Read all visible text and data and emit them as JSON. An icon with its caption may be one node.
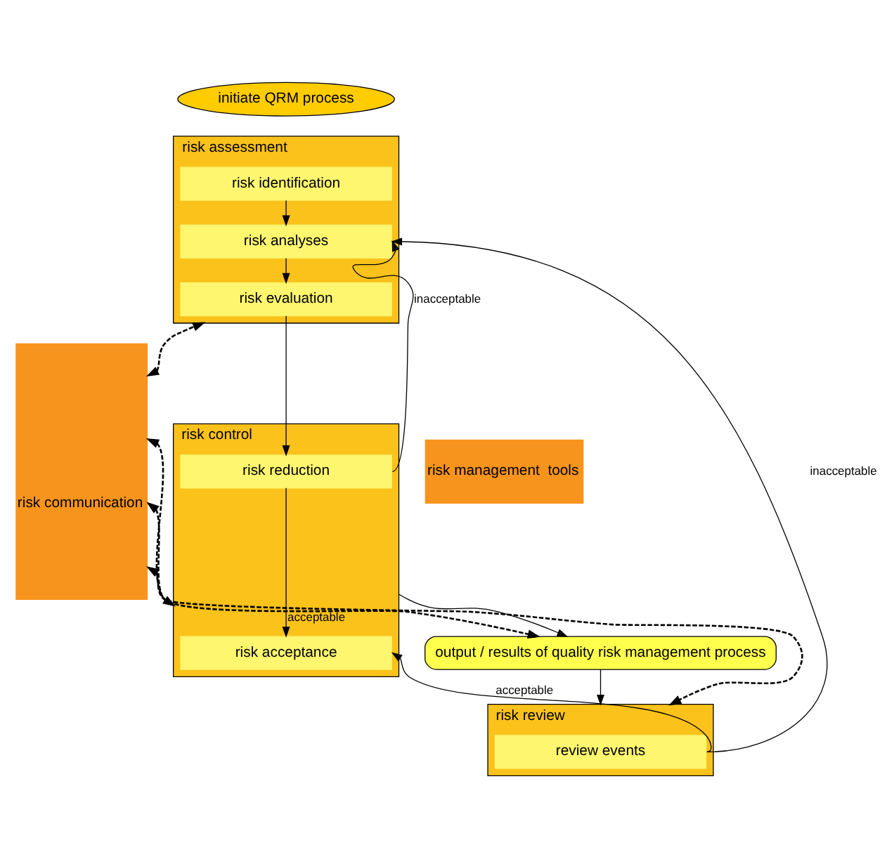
{
  "diagram": {
    "nodes": [
      {
        "text": [
          "initiate QRM process"
        ]
      },
      {
        "text": [
          "risk communication"
        ]
      },
      {
        "text": [
          "risk management  tools"
        ]
      },
      {
        "text": [
          "risk assessment"
        ]
      },
      {
        "text": [
          "risk identification"
        ],
        "in": 3
      },
      {
        "text": [
          "risk analyses"
        ],
        "in": 3
      },
      {
        "text": [
          "risk evaluation"
        ],
        "in": 3
      },
      {
        "text": [
          "risk control"
        ]
      },
      {
        "text": [
          "risk reduction"
        ],
        "in": 7
      },
      {
        "text": [
          "risk acceptance"
        ],
        "in": 7
      },
      {
        "text": [
          "output / results of quality risk management process"
        ]
      },
      {
        "text": [
          "risk review"
        ]
      },
      {
        "text": [
          "review events"
        ],
        "in": 11
      }
    ],
    "edges": [
      {
        "from": 4,
        "to": 5,
        "arrow": "to"
      },
      {
        "from": 5,
        "to": 6,
        "arrow": "to"
      },
      {
        "from": 6,
        "to": 8,
        "arrow": "to"
      },
      {
        "from": 8,
        "to": 9,
        "arrow": "to",
        "label": "acceptable"
      },
      {
        "from": 8,
        "to": 5,
        "arrow": "to",
        "label": "inacceptable"
      },
      {
        "from": 7,
        "to": 10,
        "arrow": "to"
      },
      {
        "from": 10,
        "to": 11,
        "arrow": "to"
      },
      {
        "from": 12,
        "to": 9,
        "arrow": "to",
        "label": "acceptable"
      },
      {
        "from": 12,
        "to": 5,
        "arrow": "to",
        "label": "inacceptable"
      },
      {
        "from": 1,
        "to": 3,
        "arrow": "both",
        "style": "dashed"
      },
      {
        "from": 1,
        "to": 7,
        "arrow": "both",
        "style": "dashed"
      },
      {
        "from": 1,
        "to": 10,
        "arrow": "both",
        "style": "dashed"
      },
      {
        "from": 1,
        "to": 11,
        "arrow": "both",
        "style": "dashed"
      }
    ]
  }
}
